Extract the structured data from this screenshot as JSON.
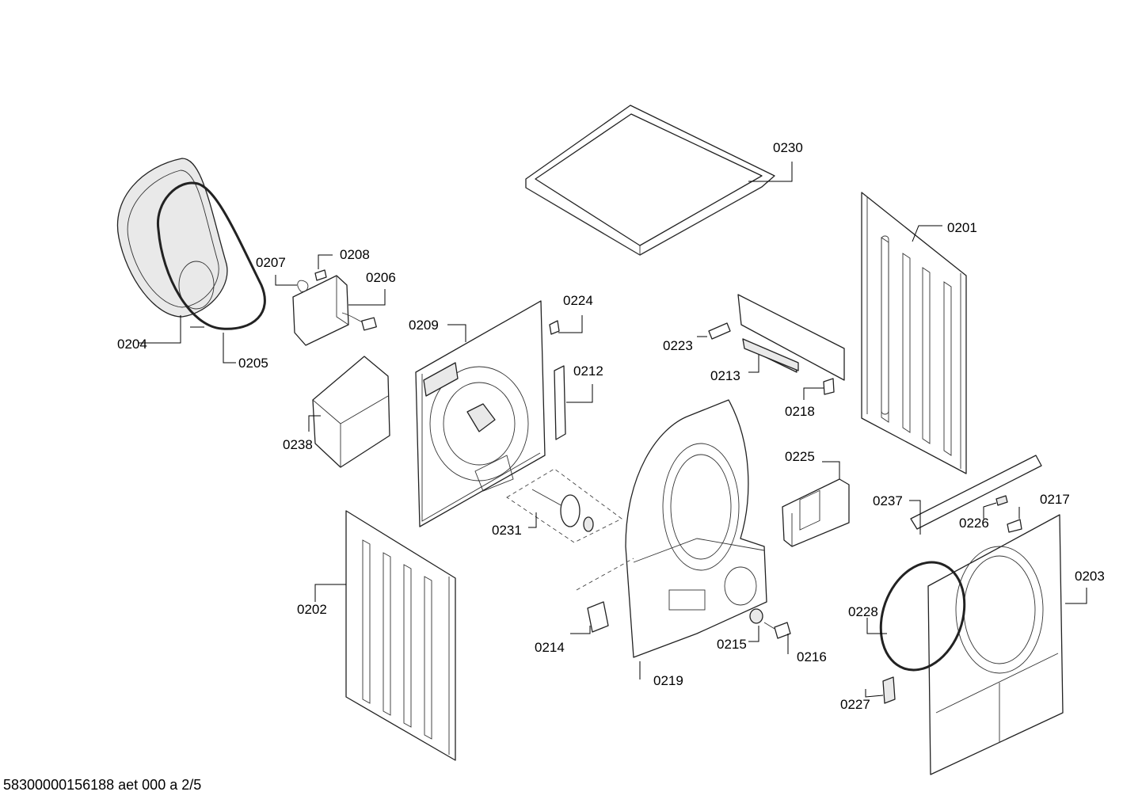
{
  "parts": [
    {
      "id": "0201",
      "label": "0201"
    },
    {
      "id": "0202",
      "label": "0202"
    },
    {
      "id": "0203",
      "label": "0203"
    },
    {
      "id": "0204",
      "label": "0204"
    },
    {
      "id": "0205",
      "label": "0205"
    },
    {
      "id": "0206",
      "label": "0206"
    },
    {
      "id": "0207",
      "label": "0207"
    },
    {
      "id": "0208",
      "label": "0208"
    },
    {
      "id": "0209",
      "label": "0209"
    },
    {
      "id": "0212",
      "label": "0212"
    },
    {
      "id": "0213",
      "label": "0213"
    },
    {
      "id": "0214",
      "label": "0214"
    },
    {
      "id": "0215",
      "label": "0215"
    },
    {
      "id": "0216",
      "label": "0216"
    },
    {
      "id": "0217",
      "label": "0217"
    },
    {
      "id": "0218",
      "label": "0218"
    },
    {
      "id": "0219",
      "label": "0219"
    },
    {
      "id": "0223",
      "label": "0223"
    },
    {
      "id": "0224",
      "label": "0224"
    },
    {
      "id": "0225",
      "label": "0225"
    },
    {
      "id": "0226",
      "label": "0226"
    },
    {
      "id": "0227",
      "label": "0227"
    },
    {
      "id": "0228",
      "label": "0228"
    },
    {
      "id": "0230",
      "label": "0230"
    },
    {
      "id": "0231",
      "label": "0231"
    },
    {
      "id": "0237",
      "label": "0237"
    },
    {
      "id": "0238",
      "label": "0238"
    }
  ],
  "footer": {
    "text": "58300000156188 aet 000 a 2/5"
  }
}
